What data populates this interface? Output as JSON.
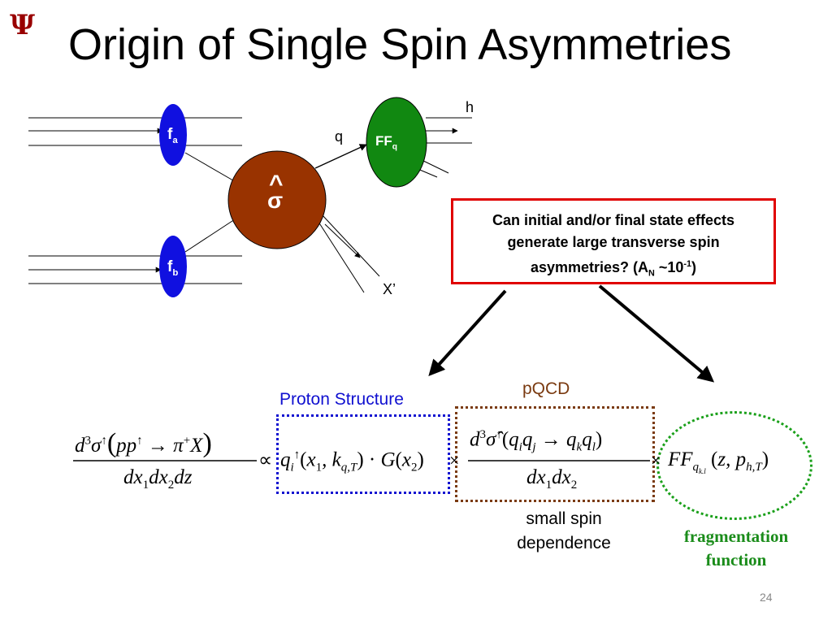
{
  "slide": {
    "logo_glyph": "Ψ",
    "title": "Origin of Single Spin Asymmetries",
    "page_number": "24"
  },
  "diagram": {
    "parton_a": {
      "base": "f",
      "sub": "a"
    },
    "parton_b": {
      "base": "f",
      "sub": "b"
    },
    "hard_scatter": "σ",
    "hard_scatter_hat": "^",
    "frag": {
      "base": "FF",
      "sub": "q"
    },
    "quark_label": "q",
    "hadron_label": "h",
    "remnant_label": "X’"
  },
  "callout": {
    "line1": "Can initial and/or final state effects",
    "line2": "generate large transverse spin",
    "line3_pre": "asymmetries? (A",
    "line3_sub": "N",
    "line3_mid": " ~10",
    "line3_sup": "-1",
    "line3_post": ")"
  },
  "labels": {
    "proton_structure": "Proton Structure",
    "pqcd": "pQCD",
    "small_spin_line1": "small spin",
    "small_spin_line2": "dependence",
    "frag_line1": "fragmentation",
    "frag_line2": "function"
  },
  "colors": {
    "logo": "#990000",
    "parton": "#1010e0",
    "hard_scatter": "#993300",
    "frag": "#118811",
    "callout_border": "#e00000",
    "proton_structure": "#1010d0",
    "pqcd": "#7a3a10",
    "fragmentation": "#1a8c1a"
  }
}
